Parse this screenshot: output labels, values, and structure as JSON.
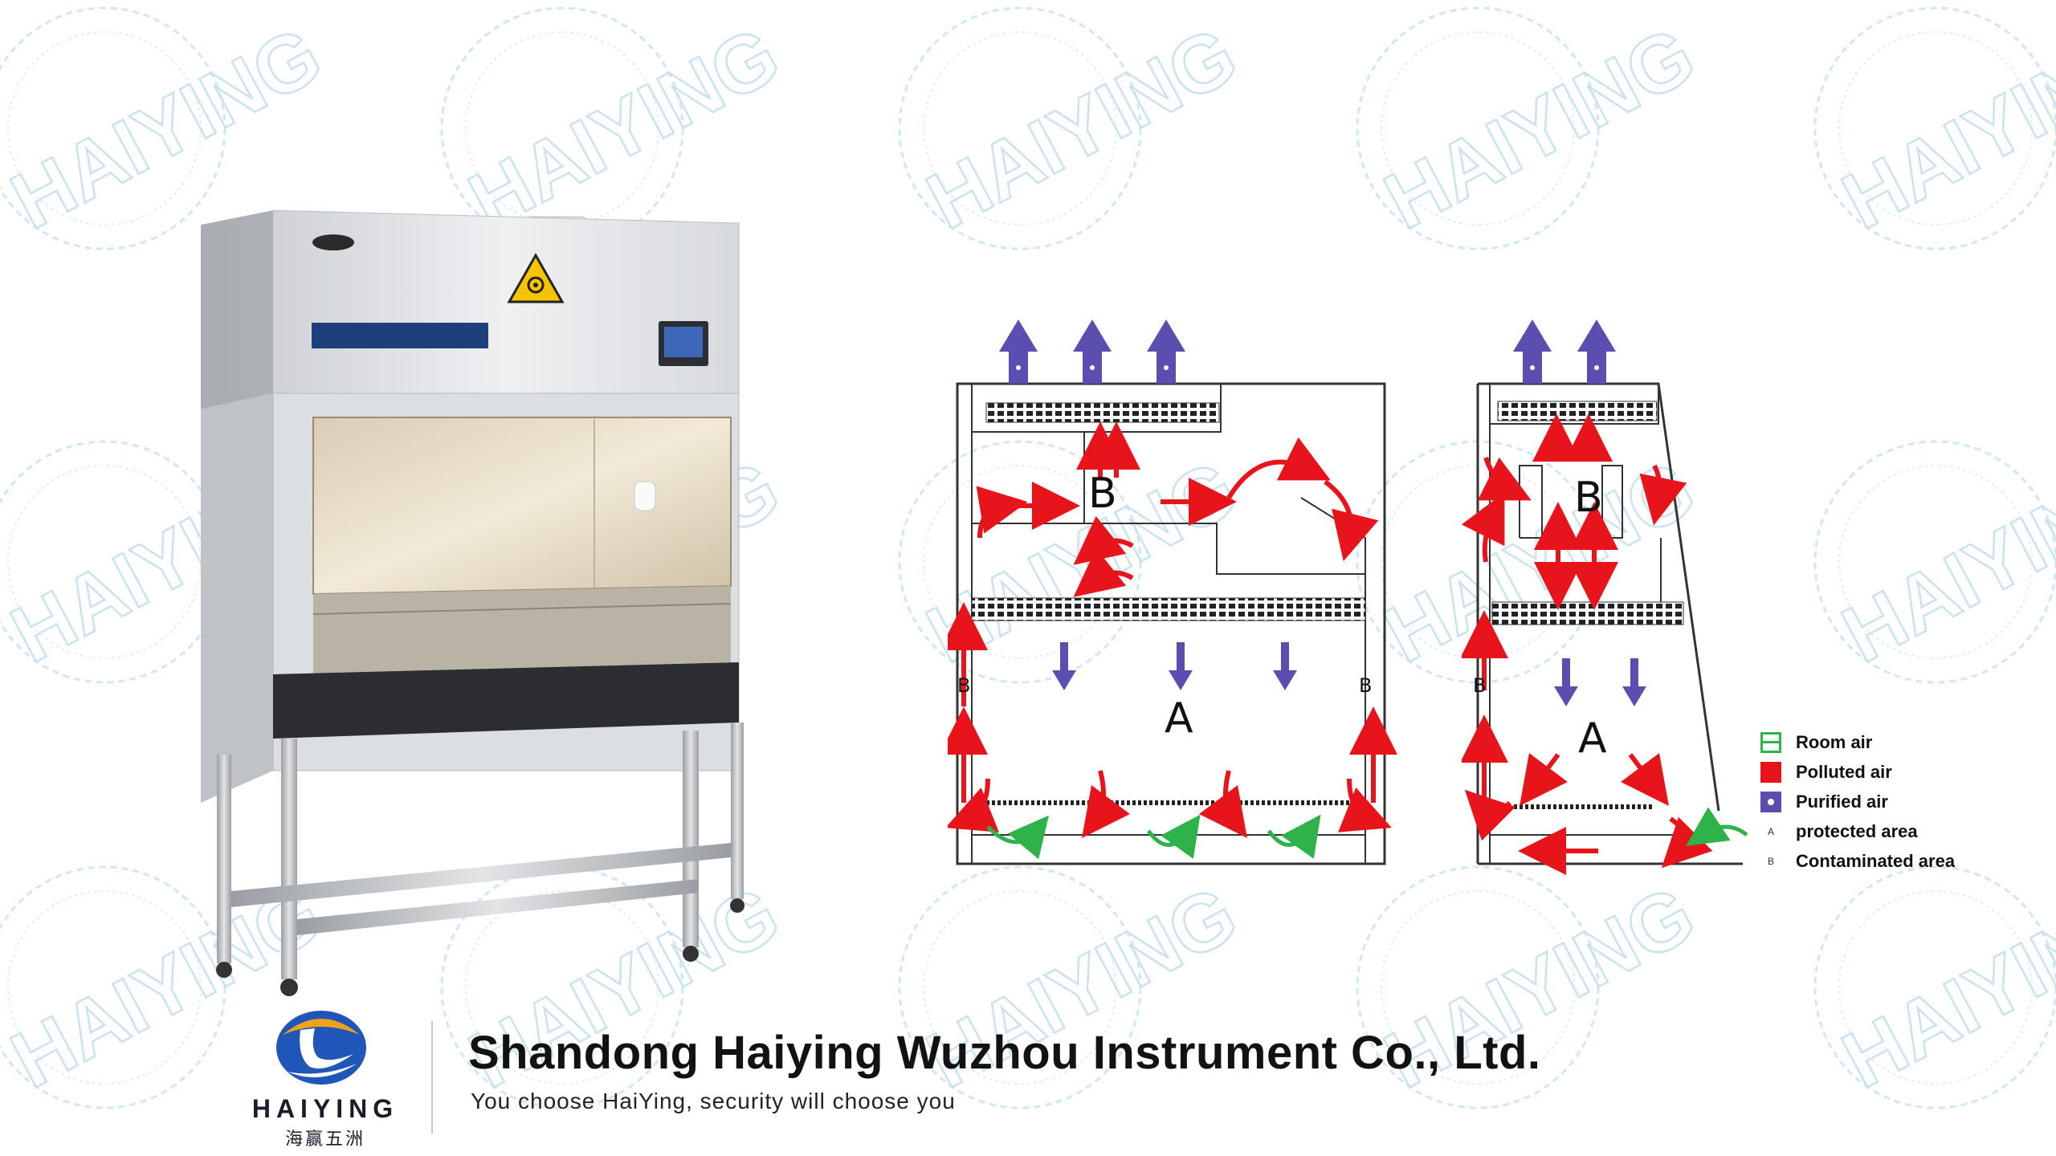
{
  "watermark": {
    "text": "HAIYING"
  },
  "product": {
    "brand_badge": "",
    "panel_text": "",
    "hazard_icon": "biohazard-icon"
  },
  "front_diagram": {
    "zone_top": "B",
    "zone_main": "A",
    "side_left": "B",
    "side_right": "B"
  },
  "side_diagram": {
    "zone_top": "B",
    "zone_main": "A",
    "side_left": "B"
  },
  "legend": {
    "items": [
      {
        "label": "Room air",
        "icon": "room-air-icon",
        "color": "#2db34a"
      },
      {
        "label": "Polluted air",
        "icon": "polluted-air-icon",
        "color": "#e8141b"
      },
      {
        "label": "Purified air",
        "icon": "purified-air-icon",
        "color": "#5a4fb0"
      },
      {
        "label": "protected area",
        "icon": "letter-a-icon",
        "marker": "A"
      },
      {
        "label": "Contaminated area",
        "icon": "letter-b-icon",
        "marker": "B"
      }
    ]
  },
  "footer": {
    "logo_en": "HAIYING",
    "logo_cn": "海赢五洲",
    "company": "Shandong Haiying Wuzhou Instrument Co., Ltd.",
    "slogan": "You choose HaiYing, security will choose you"
  },
  "colors": {
    "room_air": "#2db34a",
    "polluted_air": "#e8141b",
    "purified_air": "#5a4fb0",
    "watermark": "#c9e4ef",
    "brand_blue": "#1f56b8",
    "brand_orange": "#f0a21c"
  }
}
